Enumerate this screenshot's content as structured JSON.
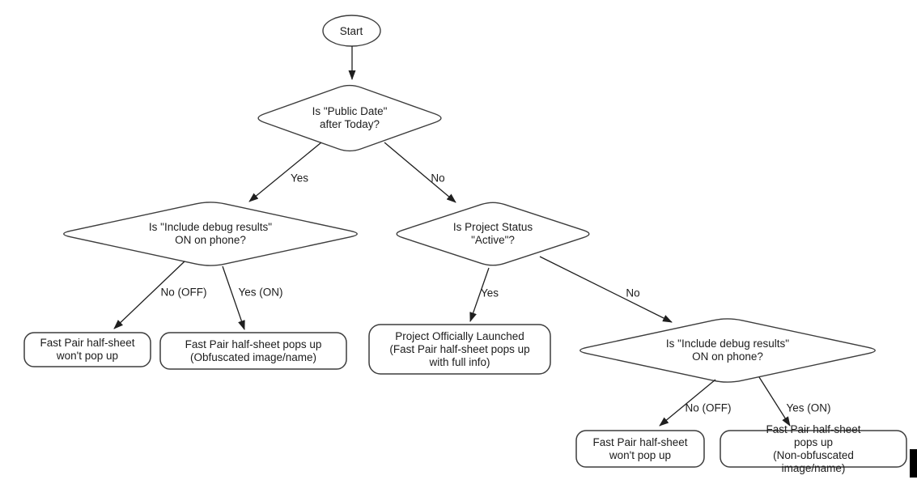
{
  "flowchart": {
    "nodes": {
      "start": "Start",
      "decision_public_date": "Is \"Public Date\"\nafter Today?",
      "decision_debug_left": "Is \"Include debug results\"\nON on phone?",
      "decision_project_status": "Is Project Status\n\"Active\"?",
      "decision_debug_right": "Is \"Include debug results\"\nON on phone?",
      "outcome_wont_popup_left": "Fast Pair half-sheet\nwon't pop up",
      "outcome_obfuscated": "Fast Pair half-sheet pops up\n(Obfuscated image/name)",
      "outcome_launched": "Project Officially Launched\n(Fast Pair half-sheet pops up\nwith full info)",
      "outcome_wont_popup_right": "Fast Pair half-sheet\nwon't pop up",
      "outcome_non_obfuscated": "Fast Pair half-sheet pops up\n(Non-obfuscated image/name)"
    },
    "edge_labels": {
      "public_date_yes": "Yes",
      "public_date_no": "No",
      "debug_left_no": "No (OFF)",
      "debug_left_yes": "Yes (ON)",
      "project_status_yes": "Yes",
      "project_status_no": "No",
      "debug_right_no": "No (OFF)",
      "debug_right_yes": "Yes (ON)"
    },
    "colors": {
      "background": "#ffffff",
      "shape_stroke": "#3d3d3d",
      "connector_stroke": "#1f1f1f",
      "text": "#1c1c1c",
      "cursor_bar": "#000000"
    }
  }
}
